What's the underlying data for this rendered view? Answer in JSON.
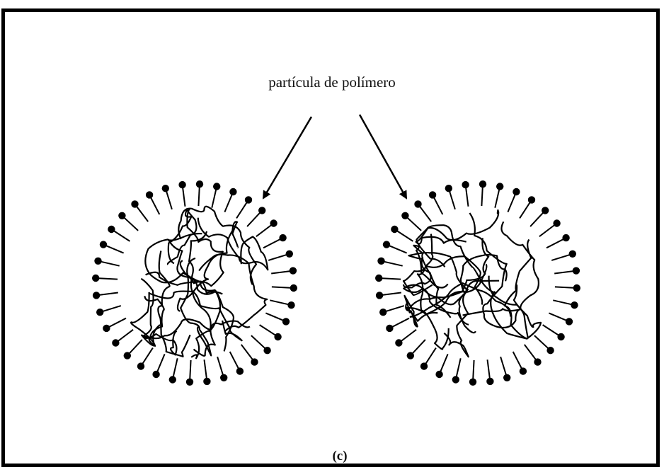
{
  "diagram": {
    "label": "partícula de polímero",
    "caption": "(c)",
    "particles": [
      {
        "name": "particle-left"
      },
      {
        "name": "particle-right"
      }
    ]
  }
}
